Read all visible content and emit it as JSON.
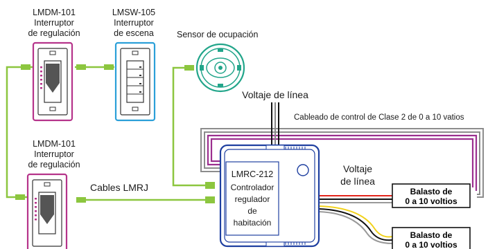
{
  "devices": {
    "dimmer_top": {
      "model": "LMDM-101",
      "line1": "Interruptor",
      "line2": "de regulación"
    },
    "scene_switch": {
      "model": "LMSW-105",
      "line1": "Interruptor",
      "line2": "de escena"
    },
    "occupancy_sensor": {
      "label": "Sensor de ocupación"
    },
    "dimmer_bottom": {
      "model": "LMDM-101",
      "line1": "Interruptor",
      "line2": "de regulación"
    },
    "controller": {
      "lines": [
        "LMRC-212",
        "Controlador",
        "regulador",
        "de",
        "habitación"
      ]
    },
    "ballast_1": {
      "line1": "Balasto de",
      "line2": "0 a 10 voltios"
    },
    "ballast_2": {
      "line1": "Balasto de",
      "line2": "0 a 10 voltios"
    }
  },
  "labels": {
    "line_voltage_top": "Voltaje de línea",
    "class2_wiring": "Cableado de control de Clase 2 de 0 a 10 vatios",
    "line_voltage_right_1": "Voltaje",
    "line_voltage_right_2": "de línea",
    "lmrj_cables": "Cables LMRJ"
  },
  "colors": {
    "dimmer_outline": "#b5338a",
    "scene_outline": "#2a9fd8",
    "lmrj_cable": "#8cc63f",
    "class2_wire": "#9b2f8f",
    "class2_wire_gray": "#8c8c8c",
    "controller_outline": "#1e3fa0",
    "wire_red": "#e2231a",
    "wire_yellow": "#f2d21b",
    "wire_black": "#111111"
  }
}
